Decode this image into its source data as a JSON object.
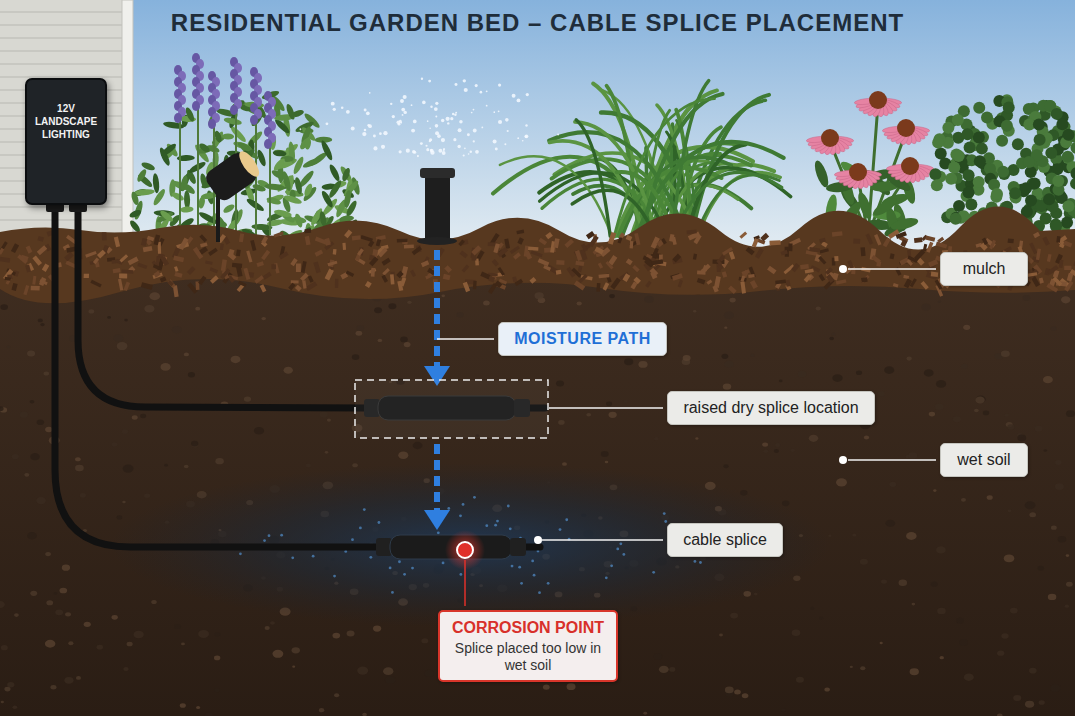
{
  "diagram": {
    "title": "RESIDENTIAL GARDEN BED – CABLE SPLICE PLACEMENT",
    "nodes": [
      {
        "text": [
          "12V LANDSCAPE LIGHTING"
        ]
      },
      {
        "text": [
          "mulch"
        ]
      },
      {
        "text": [
          "MOISTURE PATH"
        ]
      },
      {
        "text": [
          "raised dry splice location"
        ]
      },
      {
        "text": [
          "wet soil"
        ]
      },
      {
        "text": [
          "cable splice"
        ]
      },
      {
        "text": [
          "CORROSION POINT",
          "Splice placed too low in wet soil"
        ]
      }
    ]
  }
}
